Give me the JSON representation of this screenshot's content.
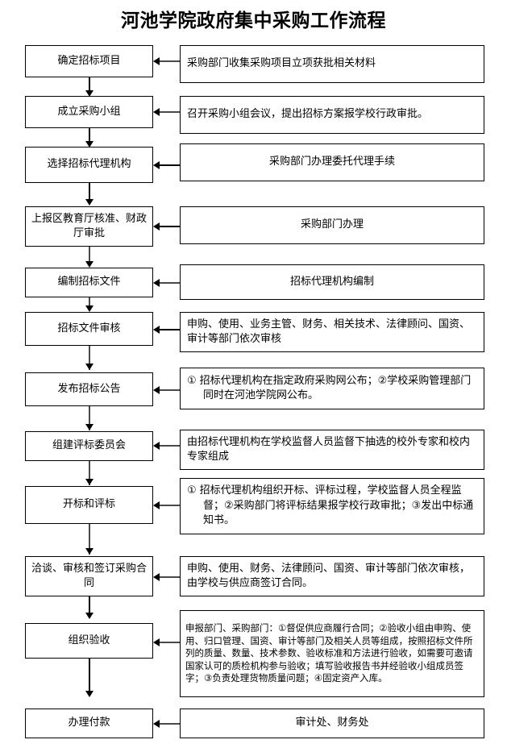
{
  "title": "河池学院政府集中采购工作流程",
  "flow": {
    "steps": [
      {
        "id": "step-1",
        "stage": "确定招标项目",
        "note": "采购部门收集采购项目立项获批相关材料",
        "note_align": "left"
      },
      {
        "id": "step-2",
        "stage": "成立采购小组",
        "note": "召开采购小组会议，提出招标方案报学校行政审批。",
        "note_align": "left"
      },
      {
        "id": "step-3",
        "stage": "选择招标代理机构",
        "note": "采购部门办理委托代理手续",
        "note_align": "center"
      },
      {
        "id": "step-4",
        "stage": "上报区教育厅核准、财政厅审批",
        "note": "采购部门办理",
        "note_align": "center"
      },
      {
        "id": "step-5",
        "stage": "编制招标文件",
        "note": "招标代理机构编制",
        "note_align": "center"
      },
      {
        "id": "step-6",
        "stage": "招标文件审核",
        "note": "申购、使用、业务主管、财务、相关技术、法律顾问、国资、审计等部门依次审核",
        "note_align": "left"
      },
      {
        "id": "step-7",
        "stage": "发布招标公告",
        "marker": "①",
        "note": "招标代理机构在指定政府采购网公布；②学校采购管理部门同时在河池学院网公布。",
        "note_align": "left"
      },
      {
        "id": "step-8",
        "stage": "组建评标委员会",
        "note": "由招标代理机构在学校监督人员监督下抽选的校外专家和校内专家组成",
        "note_align": "left"
      },
      {
        "id": "step-9",
        "stage": "开标和评标",
        "marker": "①",
        "note": "招标代理机构组织开标、评标过程，学校监督人员全程监督；②采购部门将评标结果报学校行政审批；③发出中标通知书。",
        "note_align": "left"
      },
      {
        "id": "step-10",
        "stage": "洽谈、审核和签订采购合同",
        "note": "申购、使用、财务、法律顾问、国资、审计等部门依次审核，由学校与供应商签订合同。",
        "note_align": "left"
      },
      {
        "id": "step-11",
        "stage": "组织验收",
        "note": "申报部门、采购部门：①督促供应商履行合同；②验收小组由申购、使用、归口管理、国资、审计等部门及相关人员等组成，按照招标文件所列的质量、数量、技术参数、验收标准和方法进行验收，如需要可邀请国家认可的质检机构参与验收；填写验收报告书并经验收小组成员签字；③负责处理货物质量问题；④固定资产入库。",
        "note_align": "left"
      },
      {
        "id": "step-12",
        "stage": "办理付款",
        "note": "审计处、财务处",
        "note_align": "center"
      }
    ]
  },
  "colors": {
    "border": "#000000",
    "connector": "#4a4a4a",
    "background": "#ffffff",
    "text": "#000000"
  }
}
